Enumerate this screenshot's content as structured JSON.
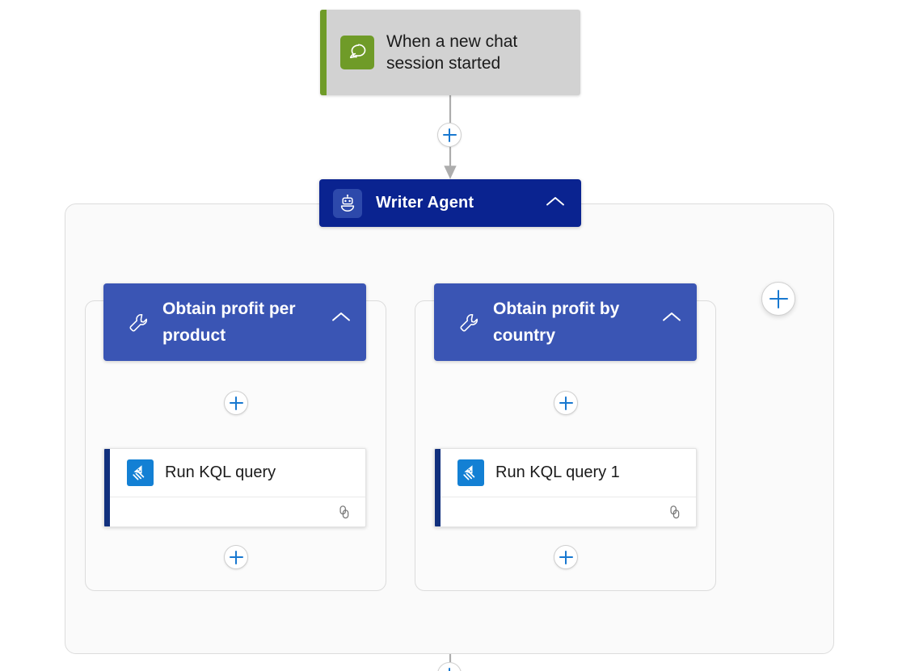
{
  "canvas": {
    "background": "#ffffff",
    "type": "agent-workflow-designer"
  },
  "colors": {
    "trigger_bg": "#d2d2d2",
    "trigger_accent": "#6f9b28",
    "agent_bg": "#0a2390",
    "tool_bg": "#3a55b4",
    "card_bg": "#ffffff",
    "card_accent": "#11307d",
    "card_icon_bg": "#1380d4",
    "plus_accent": "#1878d0",
    "connector": "#adadad",
    "container_border": "#dcdcdc"
  },
  "trigger": {
    "label": "When a new chat session started",
    "icon": "chat-bubble-icon"
  },
  "agent": {
    "label": "Writer Agent",
    "icon": "robot-icon",
    "collapse_icon": "chevron-up-icon"
  },
  "tools": [
    {
      "label": "Obtain profit per product",
      "icon": "wrench-icon",
      "collapse_icon": "chevron-up-icon",
      "action": {
        "label": "Run KQL query",
        "icon": "azure-data-explorer-icon",
        "footer_icon": "link-icon"
      }
    },
    {
      "label": "Obtain profit by country",
      "icon": "wrench-icon",
      "collapse_icon": "chevron-up-icon",
      "action": {
        "label": "Run KQL query 1",
        "icon": "azure-data-explorer-icon",
        "footer_icon": "link-icon"
      }
    }
  ],
  "add_buttons": {
    "trigger_to_agent": "add-step-icon",
    "tool_left_top": "add-step-icon",
    "tool_right_top": "add-step-icon",
    "tool_left_bottom": "add-step-icon",
    "tool_right_bottom": "add-step-icon",
    "add_tool": "add-tool-icon",
    "below_agent": "add-step-icon"
  }
}
